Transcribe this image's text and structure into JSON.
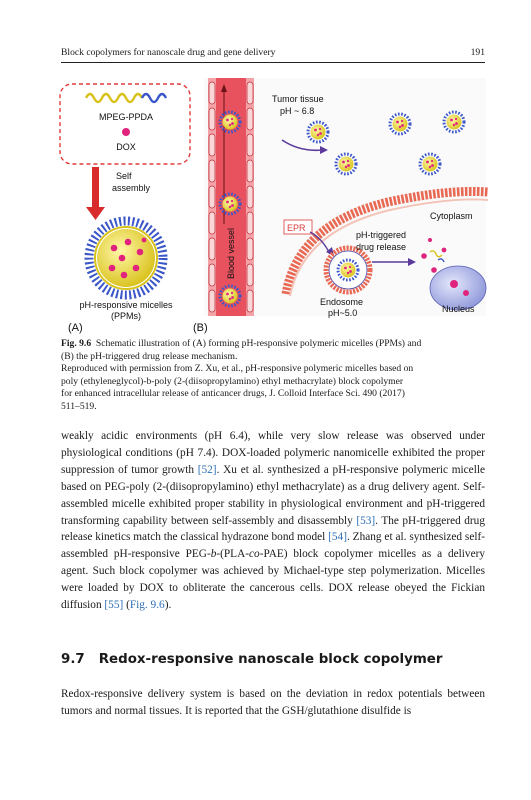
{
  "header": {
    "running_title": "Block copolymers for nanoscale drug and gene delivery",
    "page_number": "191"
  },
  "figure": {
    "legend_polymer": "MPEG-PPDA",
    "legend_drug": "DOX",
    "self_assembly": [
      "Self",
      "assembly"
    ],
    "micelle_label": [
      "pH-responsive micelles",
      "(PPMs)"
    ],
    "panel_a": "(A)",
    "panel_b": "(B)",
    "tumor": [
      "Tumor tissue",
      "pH ~ 6.8"
    ],
    "blood_vessel": "Blood vessel",
    "epr": "EPR",
    "cytoplasm": "Cytoplasm",
    "release": [
      "pH-triggered",
      "drug release"
    ],
    "endosome": [
      "Endosome",
      "pH~5.0"
    ],
    "nucleus": "Nucleus",
    "colors": {
      "vessel": "#e8525e",
      "micelle_core": "#e8d62e",
      "micelle_shell": "#3a56c8",
      "drug": "#e0247e",
      "membrane": "#e86a55",
      "nucleus": "#aab2e6"
    }
  },
  "caption": {
    "label": "Fig. 9.6",
    "line1": "Schematic illustration of (A) forming pH-responsive polymeric micelles (PPMs) and",
    "line2": "(B) the pH-triggered drug release mechanism.",
    "line3": "Reproduced with permission from Z. Xu, et al., pH-responsive polymeric micelles based on",
    "line4": "poly (ethyleneglycol)-b-poly (2-(diisopropylamino) ethyl methacrylate) block copolymer",
    "line5": "for enhanced intracellular release of anticancer drugs, J. Colloid Interface Sci. 490 (2017)",
    "line6": "511–519."
  },
  "body": {
    "p1_a": "weakly acidic environments (pH 6.4), while very slow release was observed under physiological conditions (pH 7.4). DOX-loaded polymeric nanomicelle exhibited the proper suppression of tumor growth ",
    "ref52": "[52]",
    "p1_b": ". Xu et al. synthesized a pH-responsive polymeric micelle based on PEG-poly (2-(diisopropylamino) ethyl methacrylate) as a drug delivery agent. Self-assembled micelle exhibited proper stability in physiological environment and pH-triggered transforming capability between self-assembly and disassembly ",
    "ref53": "[53]",
    "p1_c": ". The pH-triggered drug release kinetics match the classical hydrazone bond model ",
    "ref54": "[54]",
    "p1_d": ". Zhang et al. synthesized self-assembled pH-responsive PEG-",
    "b_italic": "b",
    "p1_e": "-(PLA-",
    "co_italic": "co",
    "p1_f": "-PAE) block copolymer micelles as a delivery agent. Such block copolymer was achieved by Michael-type step polymerization. Micelles were loaded by DOX to obliterate the cancerous cells. DOX release obeyed the Fickian diffusion ",
    "ref55": "[55]",
    "p1_g": " (",
    "figref": "Fig. 9.6",
    "p1_h": ")."
  },
  "section": {
    "number": "9.7",
    "title": "Redox-responsive nanoscale block copolymer",
    "text": "Redox-responsive delivery system is based on the deviation in redox potentials between tumors and normal tissues. It is reported that the GSH/glutathione disulfide is"
  }
}
